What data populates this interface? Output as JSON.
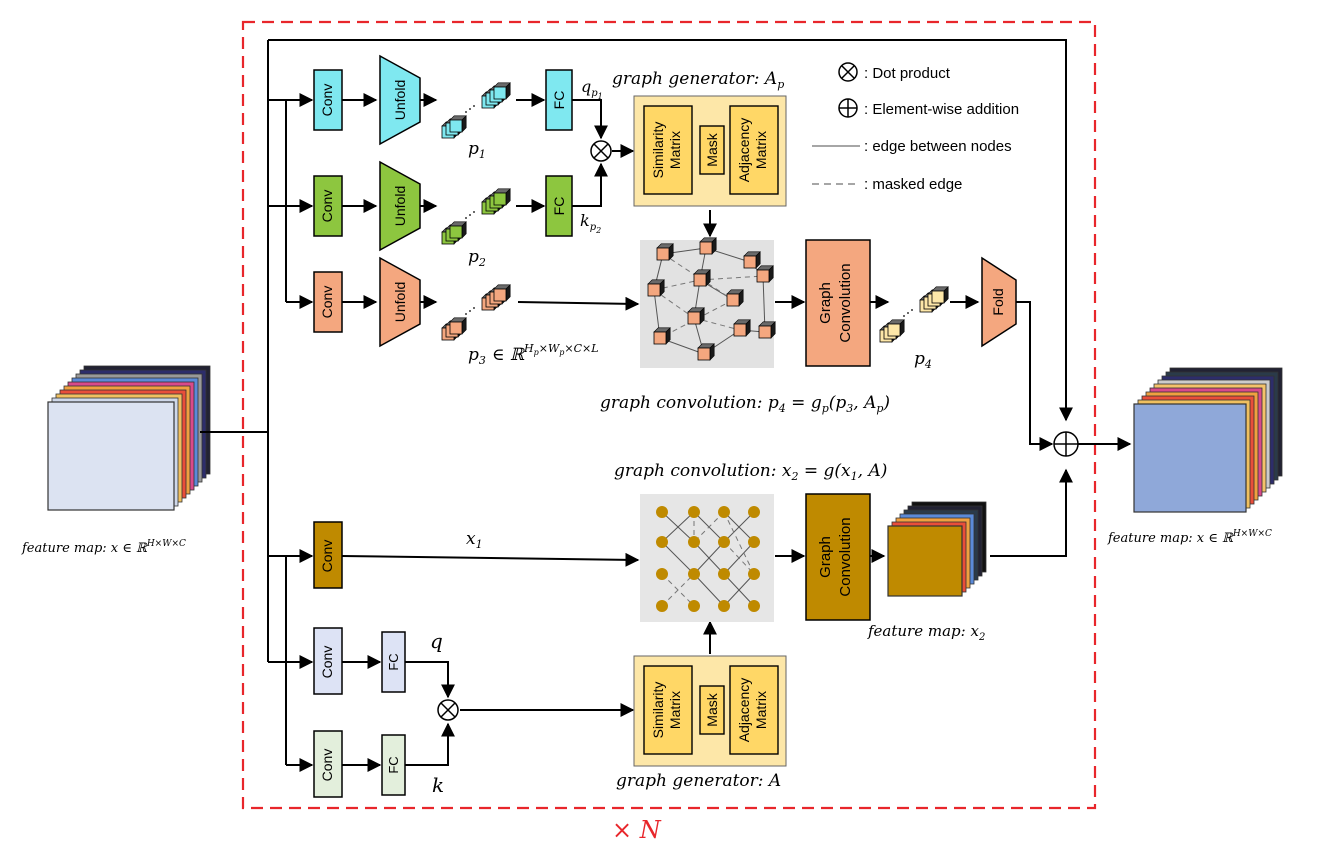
{
  "labels": {
    "conv": "Conv",
    "unfold": "Unfold",
    "fc": "FC",
    "fold": "Fold",
    "graph": "Graph",
    "convolution": "Convolution",
    "similarity": "Similarity",
    "matrix": "Matrix",
    "mask": "Mask",
    "adjacency": "Adjacency"
  },
  "legend": {
    "dot_product": ": Dot product",
    "element_wise_addition": ": Element-wise addition",
    "edge_between_nodes": ": edge between nodes",
    "masked_edge": ": masked edge"
  },
  "math": {
    "graph_generator_ap": "graph generator: A",
    "graph_generator_ap_sub": "p",
    "graph_generator_a": "graph generator: A",
    "graph_conv_top": "graph convolution: p",
    "graph_conv_top_rest": " = g",
    "graph_conv_top_args": "(p",
    "graph_conv_top_args2": ", A",
    "graph_conv_bottom": "graph convolution: x",
    "graph_conv_bottom_rest": " = g(x",
    "graph_conv_bottom_args": ", A)",
    "feature_map_in": "feature map: x ∈ ℝ",
    "feature_map_in_sup": "H×W×C",
    "feature_map_out": "feature map: x ∈ ℝ",
    "feature_map_out_sup": "H×W×C",
    "feature_map_x2": "feature map: x",
    "p": "p",
    "q": "q",
    "k": "k",
    "x": "x",
    "sub1": "1",
    "sub2": "2",
    "sub3": "3",
    "sub4": "4",
    "p3_set": "∈ ℝ",
    "p3_sup": "H",
    "p3_sup2": "×W",
    "p3_sup3": "×C×L",
    "repeat": "× N"
  },
  "colors": {
    "cyan": "#7fe8f0",
    "green": "#8dc63f",
    "orange": "#f4a77f",
    "olive": "#bf8a00",
    "lavender": "#dde3f5",
    "mint": "#e3efdc",
    "input_map": "#dce3f2",
    "output_map": "#8fa8d9",
    "generator_fill": "#fde7a8",
    "generator_inner": "#ffd766",
    "dashed_border": "#e8262b"
  }
}
